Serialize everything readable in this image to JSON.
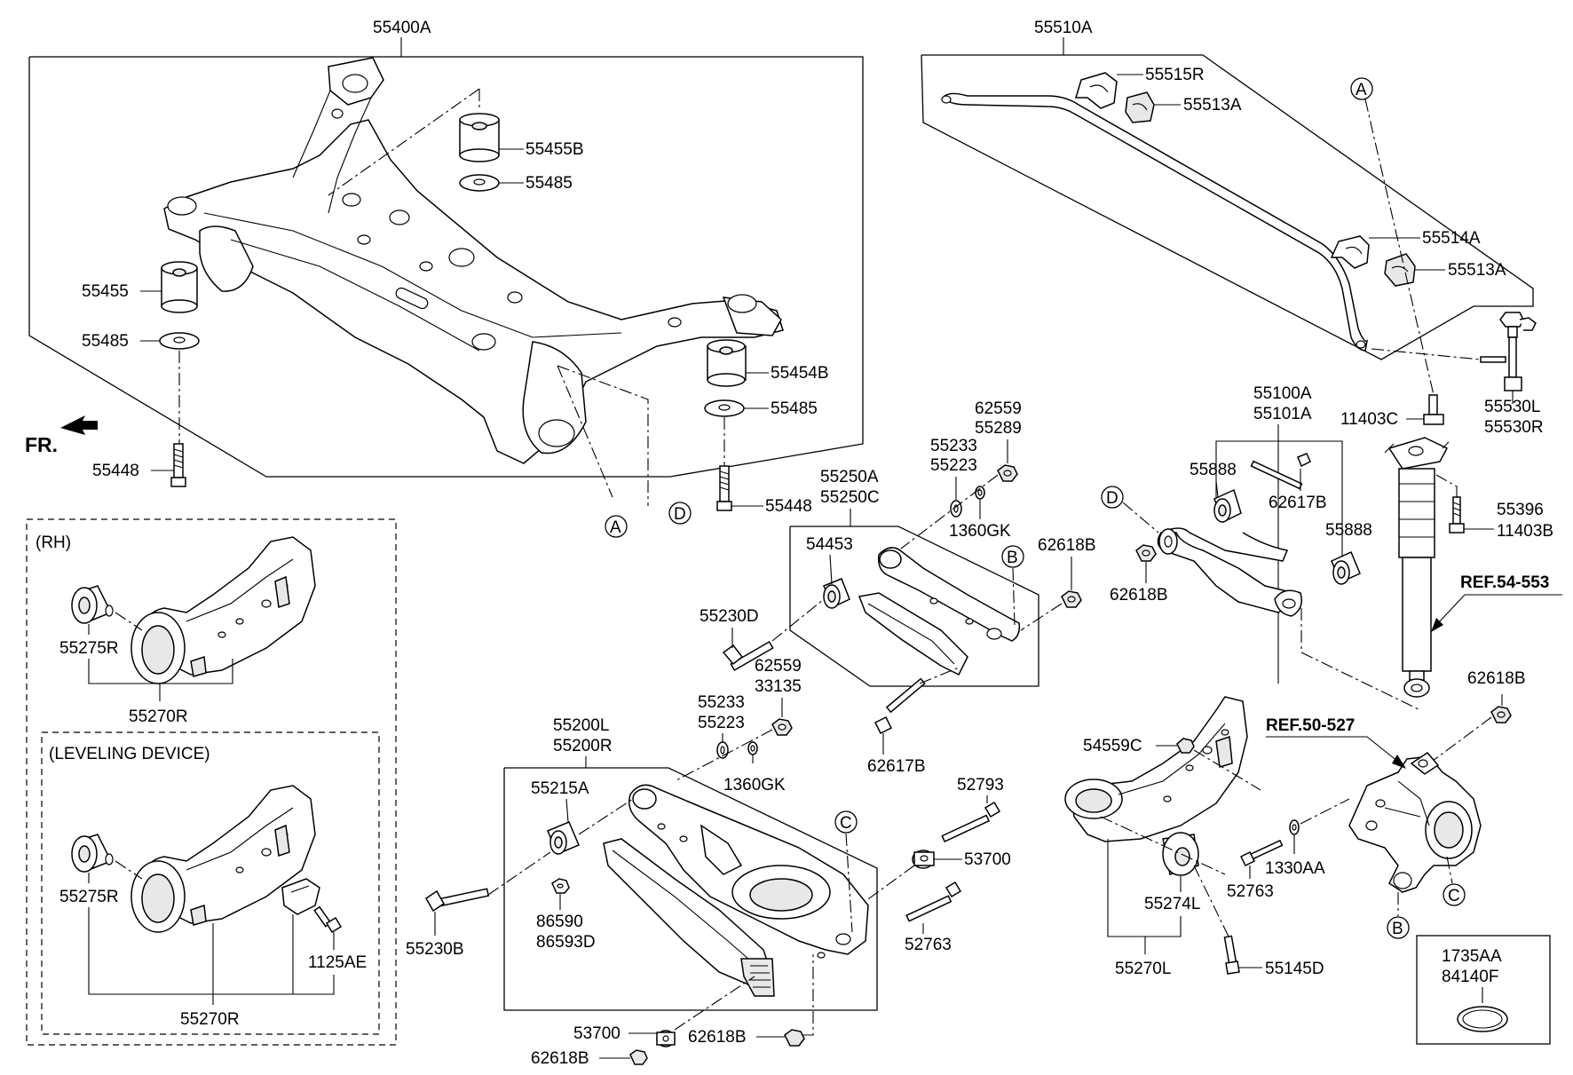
{
  "direction": {
    "label": "FR."
  },
  "groups": {
    "subframe": "55400A",
    "stabilizer": "55510A",
    "upper_arm": [
      "55100A",
      "55101A"
    ],
    "assist_arm": [
      "55250A",
      "55250C"
    ],
    "lower_arm": [
      "55200L",
      "55200R"
    ],
    "trailing_rh": "55270R",
    "trailing_rh_leveling": "55270R",
    "trailing_lh": "55270L",
    "plug": [
      "1735AA",
      "84140F"
    ]
  },
  "box_titles": {
    "rh": "(RH)",
    "leveling": "(LEVELING DEVICE)"
  },
  "refs": {
    "shock": "REF.54-553",
    "knuckle": "REF.50-527"
  },
  "markers": {
    "a": "A",
    "b": "B",
    "c": "C",
    "d": "D"
  },
  "parts": {
    "p55455B": "55455B",
    "p55485_top": "55485",
    "p55455": "55455",
    "p55485_left": "55485",
    "p55448_left": "55448",
    "p55454B": "55454B",
    "p55485_right": "55485",
    "p55448_right": "55448",
    "p55515R": "55515R",
    "p55513A_top": "55513A",
    "p55514A": "55514A",
    "p55513A_right": "55513A",
    "p11403C": "11403C",
    "p55530": [
      "55530L",
      "55530R"
    ],
    "p55396": [
      "55396",
      "11403B"
    ],
    "p62559_top": [
      "62559",
      "55289"
    ],
    "p55233_top": [
      "55233",
      "55223"
    ],
    "p1360GK_top": "1360GK",
    "p54453": "54453",
    "p62618B_mid": "62618B",
    "p55230D": "55230D",
    "p62559_mid": [
      "62559",
      "33135"
    ],
    "p55233_mid": [
      "55233",
      "55223"
    ],
    "p1360GK_mid": "1360GK",
    "p62617B_mid": "62617B",
    "p55888_left": "55888",
    "p62617B_right": "62617B",
    "p55888_right": "55888",
    "p62618B_right": "62618B",
    "p62618B_shock": "62618B",
    "p55275R_rh": "55275R",
    "p55275R_lev": "55275R",
    "p1125AE": "1125AE",
    "p55215A": "55215A",
    "p86590": [
      "86590",
      "86593D"
    ],
    "p55230B": "55230B",
    "p52793": "52793",
    "p53700_right": "53700",
    "p52763_mid": "52763",
    "p53700_bottom": "53700",
    "p62618B_bottom_left": "62618B",
    "p62618B_bottom_right": "62618B",
    "p54559C": "54559C",
    "p52763_right": "52763",
    "p1330AA": "1330AA",
    "p55274L": "55274L",
    "p55145D": "55145D"
  }
}
